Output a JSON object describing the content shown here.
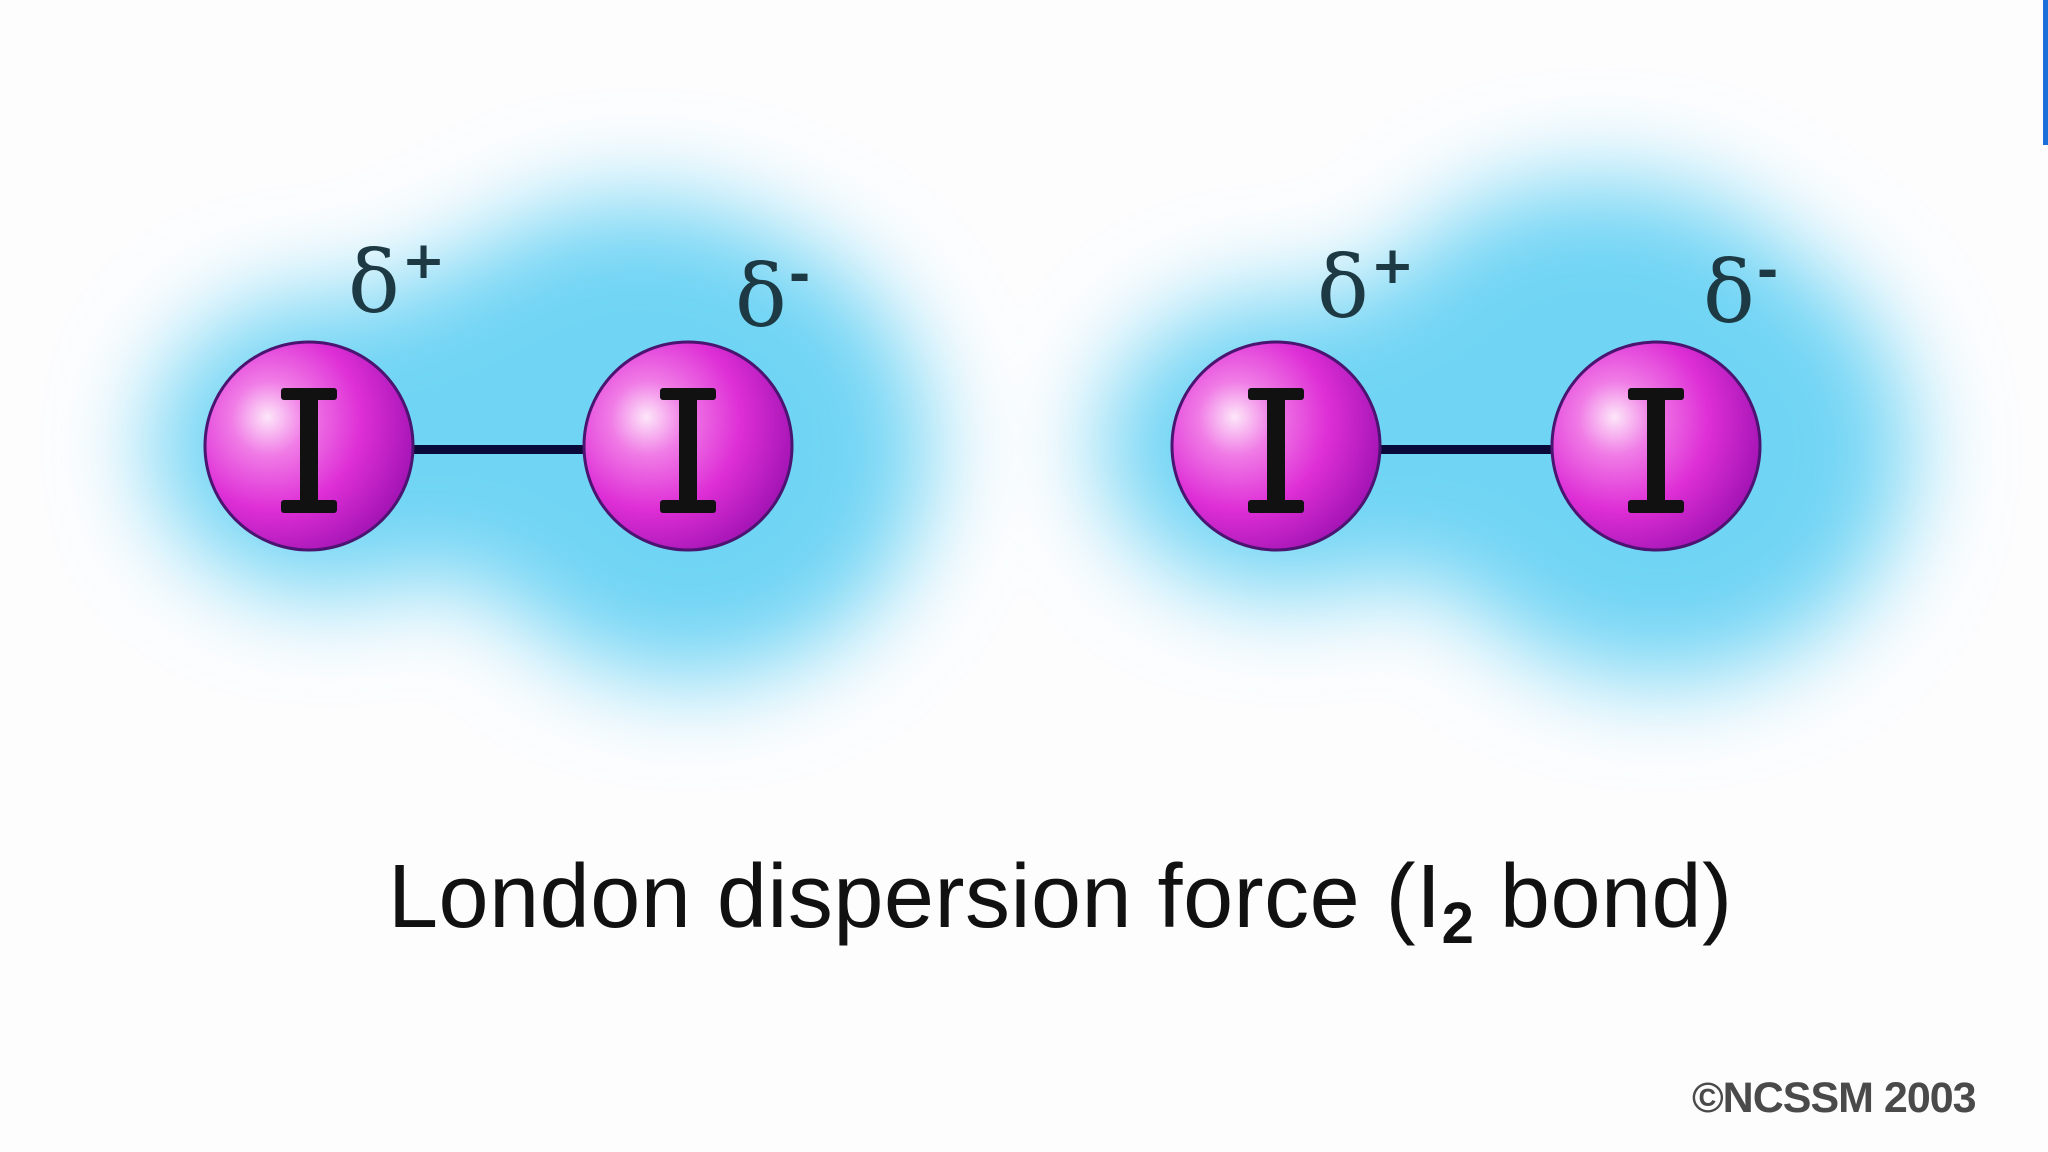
{
  "diagram": {
    "caption": {
      "prefix": "London dispersion force (I",
      "subscript": "2",
      "suffix": " bond)"
    },
    "copyright": "©NCSSM 2003",
    "colors": {
      "background": "#fdfdfe",
      "electron_cloud": "#6fd4f4",
      "atom_highlight": "#fde0f8",
      "atom_main": "#de2fd6",
      "atom_edge": "#a312b4",
      "atom_outline": "#4a1470",
      "bond": "#0a0a3a",
      "edge_bar": "#1a6fd8"
    },
    "molecules": [
      {
        "name": "I2 molecule 1",
        "atoms": [
          {
            "symbol": "I",
            "charge_label": "δ",
            "charge_sign": "+"
          },
          {
            "symbol": "I",
            "charge_label": "δ",
            "charge_sign": "-"
          }
        ]
      },
      {
        "name": "I2 molecule 2",
        "atoms": [
          {
            "symbol": "I",
            "charge_label": "δ",
            "charge_sign": "+"
          },
          {
            "symbol": "I",
            "charge_label": "δ",
            "charge_sign": "-"
          }
        ]
      }
    ]
  }
}
